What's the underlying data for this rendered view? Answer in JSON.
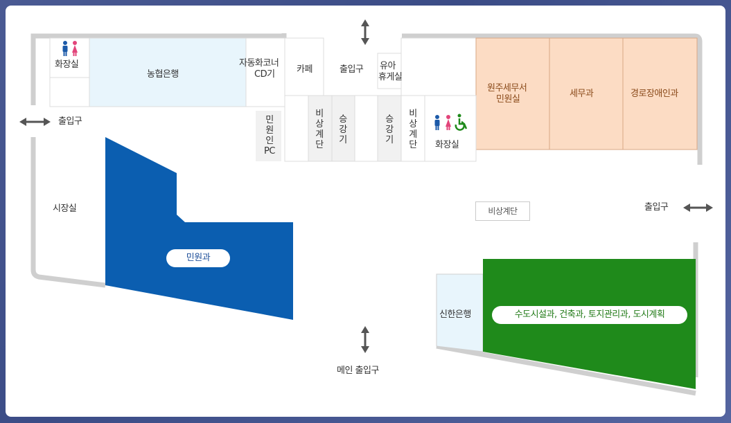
{
  "rooms": {
    "restroom_tl": "화장실",
    "nh_bank": "농협은행",
    "atm_corner_1": "자동화코너",
    "atm_corner_2": "CD기",
    "cafe": "카페",
    "entrance_top": "출입구",
    "nursing_1": "유아",
    "nursing_2": "휴게실",
    "tax_office_1": "원주세무서",
    "tax_office_2": "민원실",
    "tax_division": "세무과",
    "elderly_division": "경로장애인과",
    "entrance_left": "출입구",
    "civil_pc": "민원인PC",
    "emergency_stairs_a": "비상계단",
    "elevator_a": "승강기",
    "elevator_b": "승강기",
    "emergency_stairs_b": "비상계단",
    "restroom_r": "화장실",
    "mayor_office": "시장실",
    "emergency_stairs_c": "비상계단",
    "entrance_right": "출입구",
    "civil_affairs": "민원과",
    "shinhan_bank": "신한은행",
    "urban_divisions": "수도시설과, 건축과, 토지관리과, 도시계획",
    "main_entrance": "메인 출입구"
  },
  "colors": {
    "wall": "#cfcfcf",
    "light_blue": "#e8f5fc",
    "orange": "#fcdcc4",
    "blue": "#0b5eb0",
    "green": "#1f8a1b",
    "gray_box": "#f1f1f1"
  },
  "icons": [
    "restroom-icon",
    "accessible-restroom-icon",
    "double-arrow-icon"
  ]
}
